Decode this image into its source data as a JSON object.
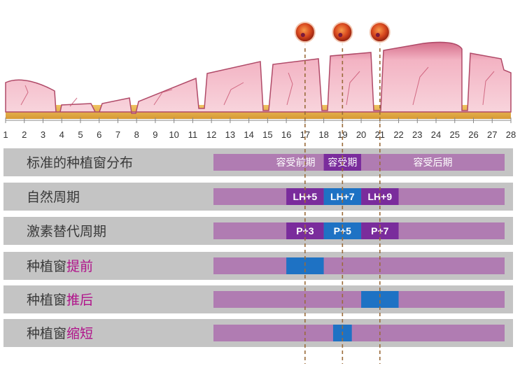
{
  "axis": {
    "days": [
      1,
      2,
      3,
      4,
      5,
      6,
      7,
      8,
      9,
      10,
      11,
      12,
      13,
      14,
      15,
      16,
      17,
      18,
      19,
      20,
      21,
      22,
      23,
      24,
      25,
      26,
      27,
      28
    ]
  },
  "colors": {
    "row_bg": "#c4c4c4",
    "track": "#b07cb2",
    "purple": "#7a2c9c",
    "blue": "#1e72c4",
    "accent_text": "#b0128a",
    "guide": "#9a6b3a",
    "endometrium": "#eea5b6",
    "base": "#e8b450"
  },
  "icons": [
    "egg-cell-icon",
    "egg-cell-icon",
    "egg-cell-icon"
  ],
  "guides": [
    17,
    19,
    21
  ],
  "rows": [
    {
      "name": "standard-window",
      "label": "标准的种植窗分布",
      "label_accent": "",
      "segments": [
        {
          "from": 15,
          "to": 18,
          "color": "track",
          "text": "容受前期"
        },
        {
          "from": 18,
          "to": 20,
          "color": "purple",
          "text": "容受期"
        },
        {
          "from": 20,
          "to": 28,
          "color": "track",
          "text": "容受后期"
        }
      ]
    },
    {
      "name": "natural-cycle",
      "label": "自然周期",
      "label_accent": "",
      "segments": [
        {
          "from": 16,
          "to": 18,
          "color": "purple",
          "text": "LH+5"
        },
        {
          "from": 18,
          "to": 20,
          "color": "blue",
          "text": "LH+7"
        },
        {
          "from": 20,
          "to": 22,
          "color": "purple",
          "text": "LH+9"
        }
      ]
    },
    {
      "name": "hrt-cycle",
      "label": "激素替代周期",
      "label_accent": "",
      "segments": [
        {
          "from": 16,
          "to": 18,
          "color": "purple",
          "text": "P+3"
        },
        {
          "from": 18,
          "to": 20,
          "color": "blue",
          "text": "P+5"
        },
        {
          "from": 20,
          "to": 22,
          "color": "purple",
          "text": "P+7"
        }
      ]
    },
    {
      "name": "window-advanced",
      "label": "种植窗",
      "label_accent": "提前",
      "segments": [
        {
          "from": 16,
          "to": 18,
          "color": "blue",
          "text": ""
        }
      ]
    },
    {
      "name": "window-delayed",
      "label": "种植窗",
      "label_accent": "推后",
      "segments": [
        {
          "from": 20,
          "to": 22,
          "color": "blue",
          "text": ""
        }
      ]
    },
    {
      "name": "window-shortened",
      "label": "种植窗",
      "label_accent": "缩短",
      "segments": [
        {
          "from": 18.5,
          "to": 19.5,
          "color": "blue",
          "text": ""
        }
      ]
    }
  ]
}
